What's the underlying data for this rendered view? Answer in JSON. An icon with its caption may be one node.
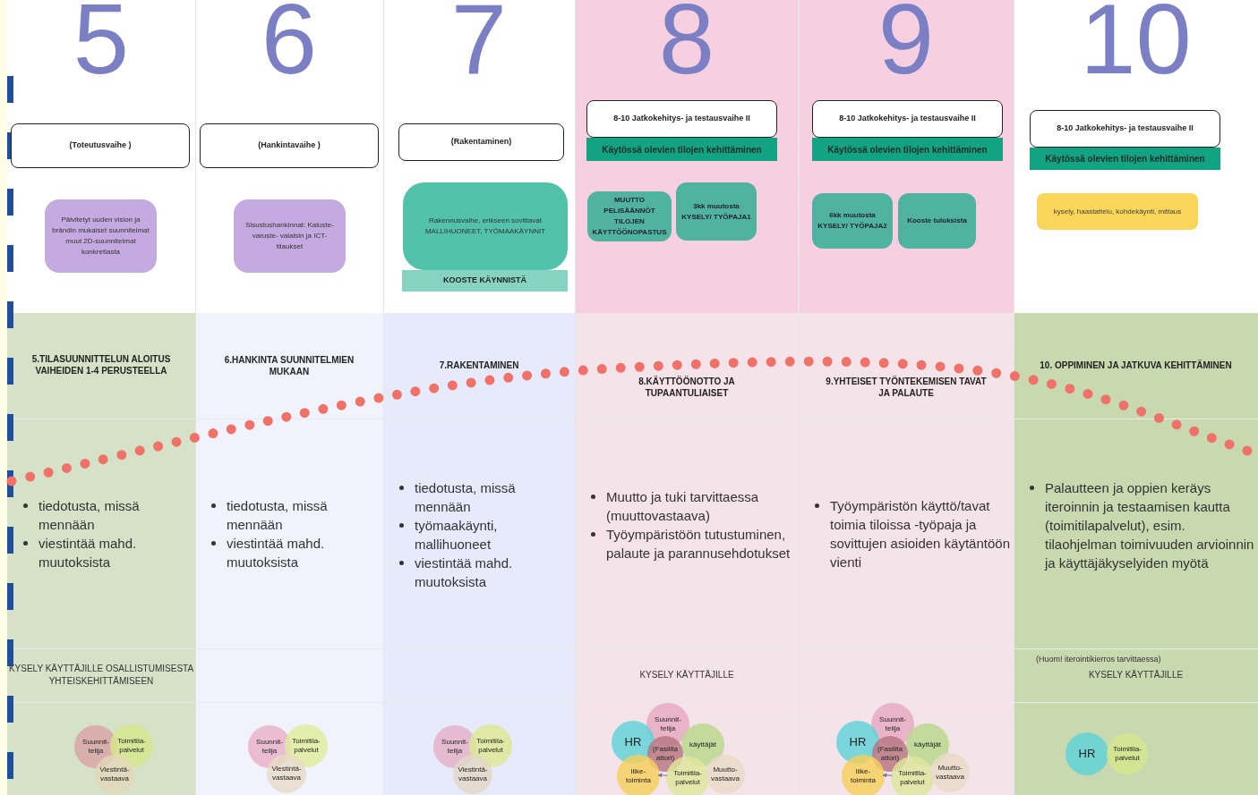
{
  "diagram": {
    "nodes": [
      {
        "text": [
          "(Toteutusvaihe )"
        ]
      },
      {
        "text": [
          "(Hankintavaihe )"
        ]
      },
      {
        "text": [
          "(Rakentaminen)"
        ]
      },
      {
        "text": [
          "8-10 Jatkokehitys- ja testausvaihe II"
        ]
      },
      {
        "text": [
          "Käytössä olevien tilojen kehittäminen"
        ]
      },
      {
        "text": [
          "8-10 Jatkokehitys- ja testausvaihe II"
        ]
      },
      {
        "text": [
          "Käytössä olevien tilojen kehittäminen"
        ]
      },
      {
        "text": [
          "8-10 Jatkokehitys- ja testausvaihe II"
        ]
      },
      {
        "text": [
          "Käytössä olevien tilojen kehittäminen"
        ]
      },
      {
        "text": [
          "Päivitetyt uuden vision ja brändin mukaiset suunnitelmat muut 2D-suunnitelmat konkretiasta"
        ]
      },
      {
        "text": [
          "Sisustushankinnat: Kaluste- varuste- valaisin ja ICT-tilaukset"
        ]
      },
      {
        "text": [
          "Rakennusvaihe, erikseen sovittavat MALLIHUONEET, TYÖMAAKÄYNNIT"
        ]
      },
      {
        "text": [
          "KOOSTE KÄYNNISTÄ"
        ]
      },
      {
        "text": [
          "MUUTTO PELISÄÄNNÖT TILOJEN KÄYTTÖÖNOPASTUS"
        ]
      },
      {
        "text": [
          "3kk muutosta KYSELY/ TYÖPAJA1"
        ]
      },
      {
        "text": [
          "6kk muutosta KYSELY/ TYÖPAJA2"
        ]
      },
      {
        "text": [
          "Kooste tuloksista"
        ]
      },
      {
        "text": [
          "kysely, haastattelu, kohdekäynti, mittaus"
        ]
      },
      {
        "text": [
          "Suunnit- telija"
        ]
      },
      {
        "text": [
          "Toimitila- palvelut"
        ]
      },
      {
        "text": [
          "Viestintä- vastaava"
        ]
      },
      {
        "text": [
          "Suunnit- telija"
        ]
      },
      {
        "text": [
          "Toimitila- palvelut"
        ]
      },
      {
        "text": [
          "Viestintä- vastaava"
        ]
      },
      {
        "text": [
          "Suunnit- telija"
        ]
      },
      {
        "text": [
          "Toimitila- palvelut"
        ]
      },
      {
        "text": [
          "Viestintä- vastaava"
        ]
      },
      {
        "text": [
          "Suunnit- telija"
        ]
      },
      {
        "text": [
          "HR"
        ]
      },
      {
        "text": [
          "käyttäjät"
        ]
      },
      {
        "text": [
          "(Fasilita attori)"
        ]
      },
      {
        "text": [
          "liike- toiminta"
        ]
      },
      {
        "text": [
          "Toimitila- palvelut"
        ]
      },
      {
        "text": [
          "Muutto- vastaava"
        ]
      },
      {
        "text": [
          "Suunnit- telija"
        ]
      },
      {
        "text": [
          "HR"
        ]
      },
      {
        "text": [
          "käyttäjät"
        ]
      },
      {
        "text": [
          "(Fasilita attori)"
        ]
      },
      {
        "text": [
          "liike- toiminta"
        ]
      },
      {
        "text": [
          "Toimitila- palvelut"
        ]
      },
      {
        "text": [
          "Muutto- vastaava"
        ]
      },
      {
        "text": [
          "HR"
        ]
      },
      {
        "text": [
          "Toimitila- palvelut"
        ]
      }
    ],
    "edges": [
      {
        "from": 32,
        "to": 31,
        "arrow": "to"
      },
      {
        "from": 39,
        "to": 38,
        "arrow": "to"
      }
    ],
    "labels": [
      "5",
      "6",
      "7",
      "8",
      "9",
      "10",
      "5.TILASUUNNITTELUN ALOITUS VAIHEIDEN 1-4 PERUSTEELLA",
      "6.HANKINTA SUUNNITELMIEN MUKAAN",
      "7.RAKENTAMINEN",
      "8.KÄYTTÖÖNOTTO JA TUPAANTULIAISET",
      "9.YHTEISET TYÖNTEKEMISEN TAVAT JA PALAUTE",
      "10. OPPIMINEN JA JATKUVA KEHITTÄMINEN",
      "tiedotusta, missä mennään",
      "viestintää mahd. muutoksista",
      "tiedotusta, missä mennään",
      "viestintää mahd. muutoksista",
      "tiedotusta, missä mennään",
      "työmaakäynti, mallihuoneet",
      "viestintää mahd. muutoksista",
      "Muutto ja tuki tarvittaessa (muuttovastaava)",
      "Työympäristöön tutustuminen, palaute ja parannusehdotukset",
      "Työympäristön käyttö/tavat toimia tiloissa -työpaja ja sovittujen asioiden käytäntöön vienti",
      "Palautteen ja oppien keräys iteroinnin ja testaamisen kautta (toimitilapalvelut), esim. tilaohjelman toimivuuden arvioinnin ja käyttäjäkyselyiden myötä",
      "KYSELY KÄYTTÄJILLE OSALLISTUMISESTA YHTEISKEHITTÄMISEEN",
      "KYSELY KÄYTTÄJILLE",
      "(Huom! iterointikierros tarvittaessa)",
      "KYSELY KÄYTTÄJILLE"
    ]
  }
}
